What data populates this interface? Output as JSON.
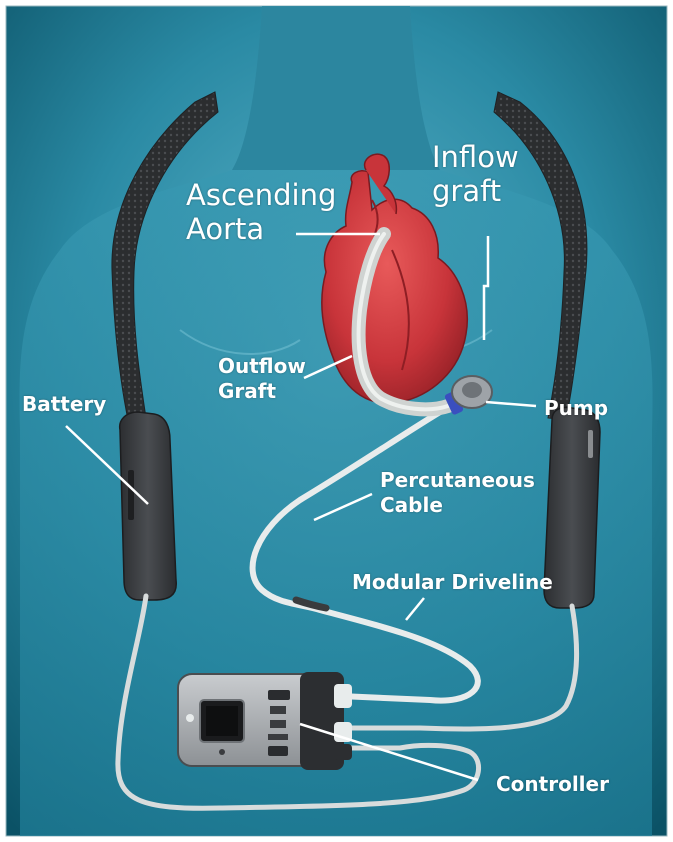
{
  "labels": {
    "ascending_aorta": [
      "Ascending",
      "Aorta"
    ],
    "inflow_graft": [
      "Inflow",
      "graft"
    ],
    "outflow_graft": [
      "Outflow",
      "Graft"
    ],
    "battery": "Battery",
    "pump": "Pump",
    "percutaneous_cable": [
      "Percutaneous",
      "Cable"
    ],
    "modular_driveline": "Modular Driveline",
    "controller": "Controller"
  },
  "colors": {
    "background_dark": "#0b5266",
    "background_light": "#4aa8c0",
    "heart": "#c8343a",
    "graft": "#d6d8d6",
    "strap": "#2f3133",
    "battery": "#3e4043",
    "cable": "#e8ecec",
    "label_text": "#ffffff"
  },
  "icons": [
    "heart-illustration",
    "pump-icon",
    "battery-icon",
    "controller-icon",
    "screen-icon"
  ]
}
